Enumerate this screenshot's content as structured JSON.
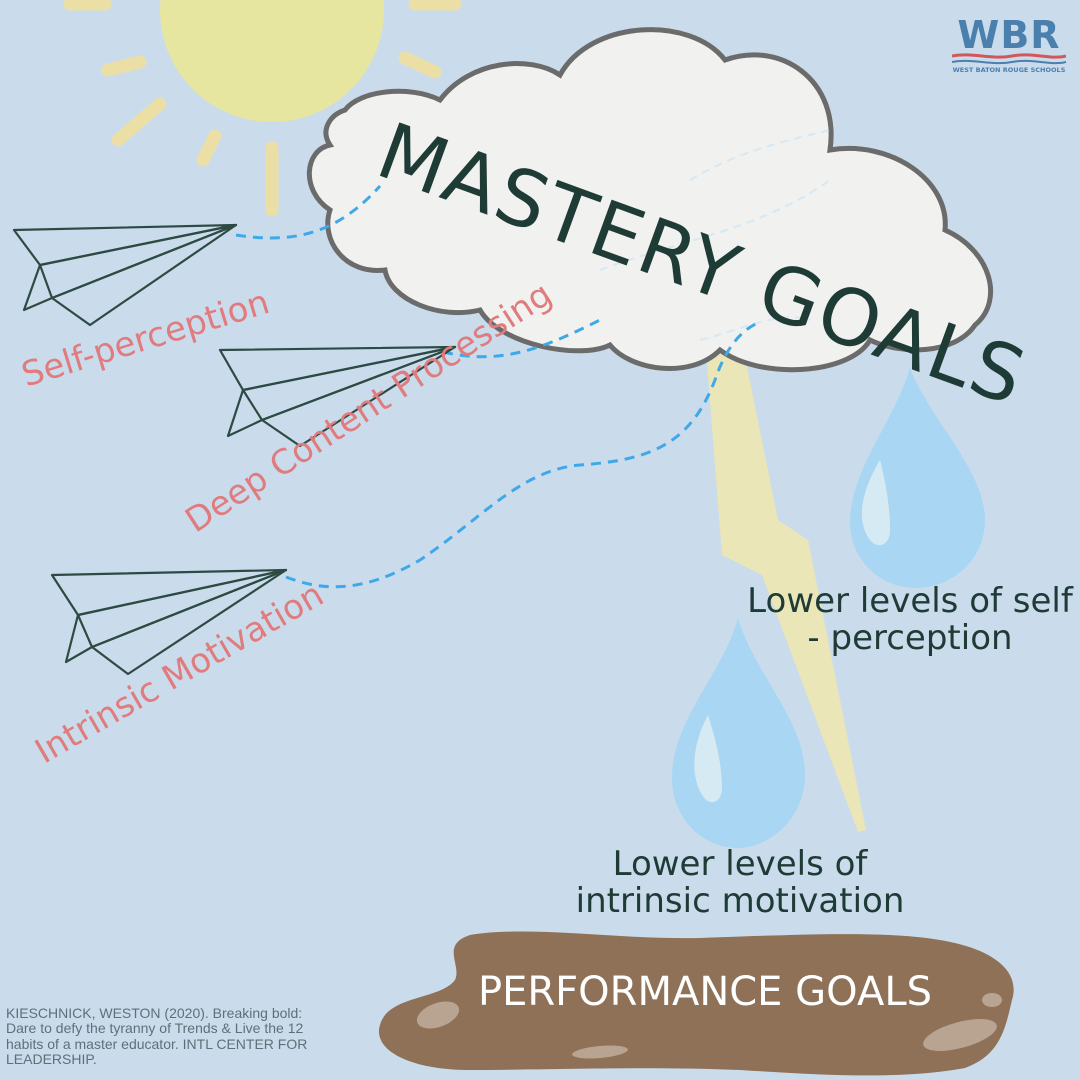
{
  "header": {
    "logo_text": "WBR",
    "logo_subtitle": "WEST BATON ROUGE SCHOOLS"
  },
  "cloud": {
    "title": "MASTERY GOALS"
  },
  "planes": [
    {
      "label": "Self-perception"
    },
    {
      "label": "Deep Content Processing"
    },
    {
      "label": "Intrinsic Motivation"
    }
  ],
  "drops": [
    {
      "label": "Lower levels of self - perception"
    },
    {
      "label": "Lower levels of intrinsic motivation"
    }
  ],
  "puddle": {
    "title": "PERFORMANCE GOALS"
  },
  "citation": "KIESCHNICK, WESTON (2020). Breaking bold: Dare to defy the tyranny of Trends & Live the 12 habits of a master educator. INTL CENTER FOR LEADERSHIP.",
  "colors": {
    "background": "#cadcec",
    "sun": "#e6e6a0",
    "cloud_fill": "#f1f1ef",
    "cloud_stroke": "#6b6b6b",
    "title_text": "#1f3b36",
    "label_pink": "#e07b7e",
    "dash_blue": "#3fa8e8",
    "drop_blue": "#a9d6f2",
    "bolt": "#ece6b4",
    "puddle": "#8e7157",
    "logo_blue": "#4a7fae"
  }
}
